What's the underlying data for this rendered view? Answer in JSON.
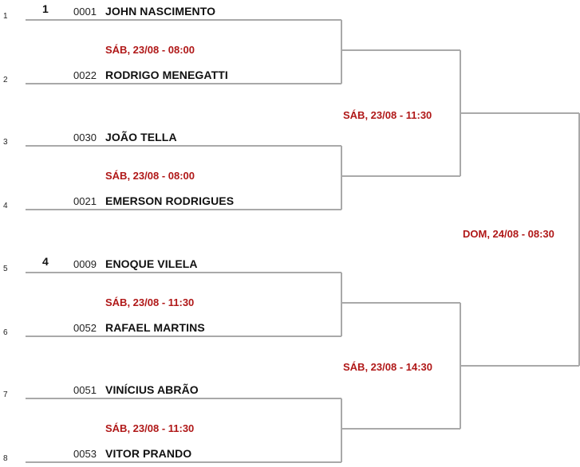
{
  "bracket": {
    "players": [
      {
        "pos": "1",
        "seed": "1",
        "code": "0001",
        "name": "JOHN NASCIMENTO"
      },
      {
        "pos": "2",
        "seed": "",
        "code": "0022",
        "name": "RODRIGO MENEGATTI"
      },
      {
        "pos": "3",
        "seed": "",
        "code": "0030",
        "name": "JOÃO TELLA"
      },
      {
        "pos": "4",
        "seed": "",
        "code": "0021",
        "name": "EMERSON RODRIGUES"
      },
      {
        "pos": "5",
        "seed": "4",
        "code": "0009",
        "name": "ENOQUE VILELA"
      },
      {
        "pos": "6",
        "seed": "",
        "code": "0052",
        "name": "RAFAEL MARTINS"
      },
      {
        "pos": "7",
        "seed": "",
        "code": "0051",
        "name": "VINÍCIUS ABRÃO"
      },
      {
        "pos": "8",
        "seed": "",
        "code": "0053",
        "name": "VITOR PRANDO"
      }
    ],
    "round1": [
      "SÁB, 23/08 - 08:00",
      "SÁB, 23/08 - 08:00",
      "SÁB, 23/08 - 11:30",
      "SÁB, 23/08 - 11:30"
    ],
    "round2": [
      "SÁB, 23/08 - 11:30",
      "SÁB, 23/08 - 14:30"
    ],
    "final": "DOM, 24/08 - 08:30",
    "colors": {
      "line": "#a9a9a9",
      "schedule": "#b01818"
    }
  }
}
